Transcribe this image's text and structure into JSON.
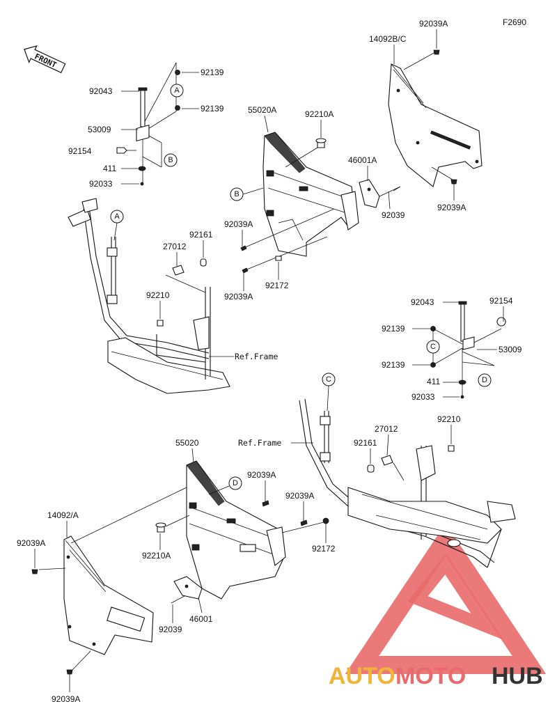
{
  "diagram_id": "F2690",
  "front_label": "FRONT",
  "watermark": {
    "brand_a": "AUTO",
    "brand_b": "MOTO",
    "brand_c": "HUB",
    "color": "#e96a6a",
    "gold": "#f0b43a",
    "dark": "#333333"
  },
  "labels": {
    "l92139a": "92139",
    "l92043a": "92043",
    "l92139b": "92139",
    "l53009a": "53009",
    "l92154a": "92154",
    "l411a": "411",
    "l92033a": "92033",
    "l55020A": "55020A",
    "l92210A_top": "92210A",
    "l46001A": "46001A",
    "l92039_top": "92039",
    "l92039A_l1": "92039A",
    "l92172_top": "92172",
    "l92039A_l2": "92039A",
    "l27012_top": "27012",
    "l92161_top": "92161",
    "l92210_top": "92210",
    "l14092BC": "14092B/C",
    "l92039A_tr": "92039A",
    "l92039A_tr2": "92039A",
    "l92043b": "92043",
    "l92154b": "92154",
    "l92139c": "92139",
    "l53009b": "53009",
    "l92139d": "92139",
    "l411b": "411",
    "l92033b": "92033",
    "l27012_bot": "27012",
    "l92210_bot": "92210",
    "l92161_bot": "92161",
    "l55020": "55020",
    "l92039A_b1": "92039A",
    "l92039A_b2": "92039A",
    "l92172_bot": "92172",
    "l14092A": "14092/A",
    "l92039A_b3": "92039A",
    "l92210A_bot": "92210A",
    "l92039_bot": "92039",
    "l46001": "46001",
    "l92039A_b4": "92039A"
  },
  "refs": {
    "ref_top": "Ref.Frame",
    "ref_bot": "Ref.Frame"
  },
  "callouts": {
    "A": "A",
    "B": "B",
    "C": "C",
    "D": "D"
  }
}
